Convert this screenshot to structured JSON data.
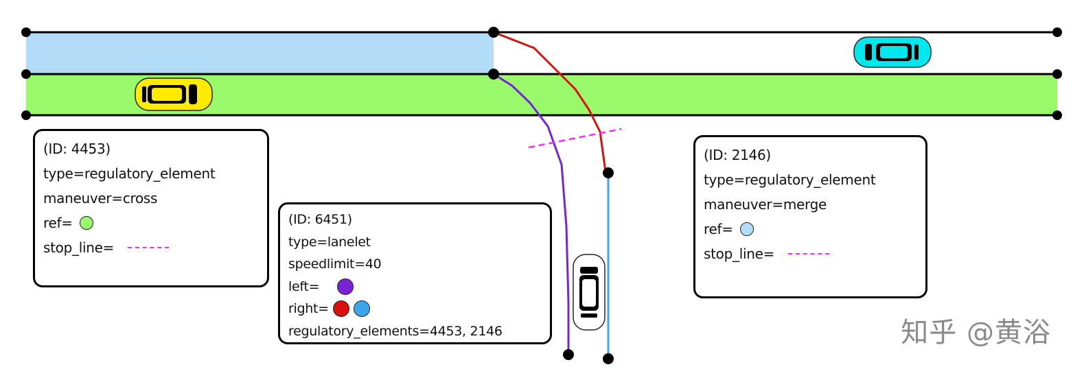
{
  "colors": {
    "lane_blue": "#b3dcf9",
    "lane_green": "#99f96a",
    "boundary": "#000000",
    "red_bound": "#d7110e",
    "purple_bound": "#7a22d6",
    "blue_bound": "#3da6ea",
    "stop_line": "#ff22ff",
    "car_yellow": "#ffeb00",
    "car_cyan": "#00e8ee",
    "car_white": "#ffffff"
  },
  "box_4453": {
    "id_line": "(ID: 4453)",
    "type_line": "type=regulatory_element",
    "maneuver_line": "maneuver=cross",
    "ref_label": "ref=",
    "ref_color": "#99f96a",
    "stop_label": "stop_line="
  },
  "box_6451": {
    "id_line": "(ID: 6451)",
    "type_line": "type=lanelet",
    "speed_line": "speedlimit=40",
    "left_label": "left=",
    "left_color": "#7a22d6",
    "right_label": "right=",
    "right_colors": [
      "#d7110e",
      "#3da6ea"
    ],
    "regs_line": "regulatory_elements=4453, 2146"
  },
  "box_2146": {
    "id_line": "(ID: 2146)",
    "type_line": "type=regulatory_element",
    "maneuver_line": "maneuver=merge",
    "ref_label": "ref=",
    "ref_color": "#b3dcf9",
    "stop_label": "stop_line="
  },
  "watermark": "知乎 @黄浴"
}
